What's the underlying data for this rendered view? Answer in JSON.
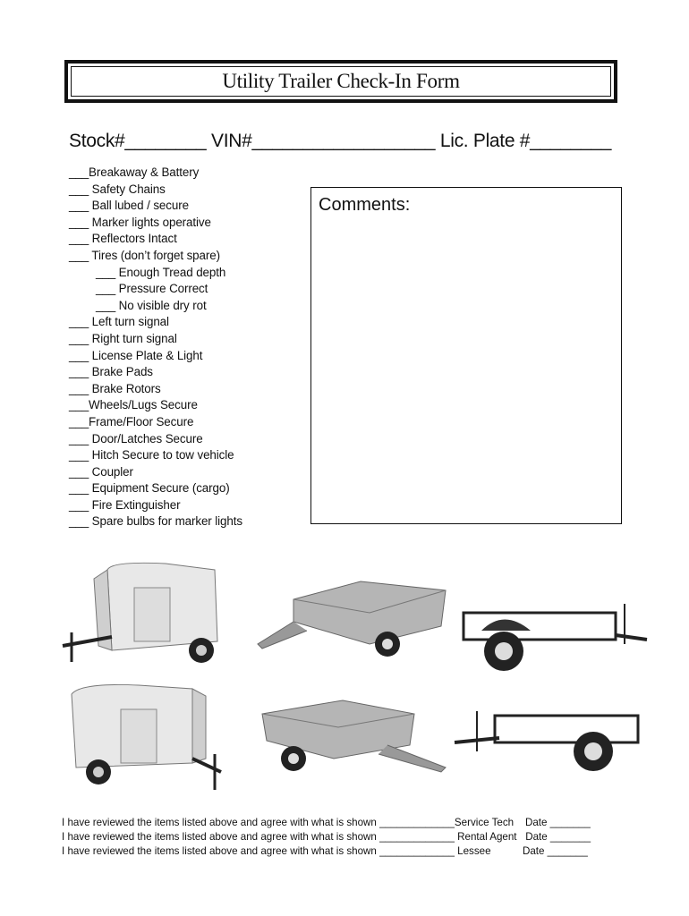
{
  "header": {
    "title": "Utility Trailer Check-In Form"
  },
  "ids": {
    "stock": "Stock#________",
    "vin": "VIN#__________________",
    "plate": "Lic. Plate #________"
  },
  "checklist": [
    {
      "text": "___Breakaway & Battery",
      "indent": false
    },
    {
      "text": "___ Safety Chains",
      "indent": false
    },
    {
      "text": "___ Ball lubed / secure",
      "indent": false
    },
    {
      "text": "___ Marker lights operative",
      "indent": false
    },
    {
      "text": "___ Reflectors Intact",
      "indent": false
    },
    {
      "text": "___ Tires (don’t forget spare)",
      "indent": false
    },
    {
      "text": "___ Enough Tread depth",
      "indent": true
    },
    {
      "text": "___ Pressure Correct",
      "indent": true
    },
    {
      "text": "___ No visible dry rot",
      "indent": true
    },
    {
      "text": "___ Left turn signal",
      "indent": false
    },
    {
      "text": "___ Right turn signal",
      "indent": false
    },
    {
      "text": "___ License Plate & Light",
      "indent": false
    },
    {
      "text": "___ Brake Pads",
      "indent": false
    },
    {
      "text": "___ Brake Rotors",
      "indent": false
    },
    {
      "text": "___Wheels/Lugs Secure",
      "indent": false
    },
    {
      "text": "___Frame/Floor Secure",
      "indent": false
    },
    {
      "text": "___ Door/Latches Secure",
      "indent": false
    },
    {
      "text": "___ Hitch Secure to tow vehicle",
      "indent": false
    },
    {
      "text": "___ Coupler",
      "indent": false
    },
    {
      "text": "___ Equipment Secure (cargo)",
      "indent": false
    },
    {
      "text": "___ Fire Extinguisher",
      "indent": false
    },
    {
      "text": "___ Spare bulbs for marker lights",
      "indent": false
    }
  ],
  "comments": {
    "label": "Comments:"
  },
  "signatures": [
    "I have reviewed the items listed above and agree with what is shown _____________Service Tech    Date _______",
    "I have reviewed the items listed above and agree with what is shown _____________ Rental Agent   Date _______",
    "I have reviewed the items listed above and agree with what is shown _____________ Lessee           Date _______"
  ]
}
